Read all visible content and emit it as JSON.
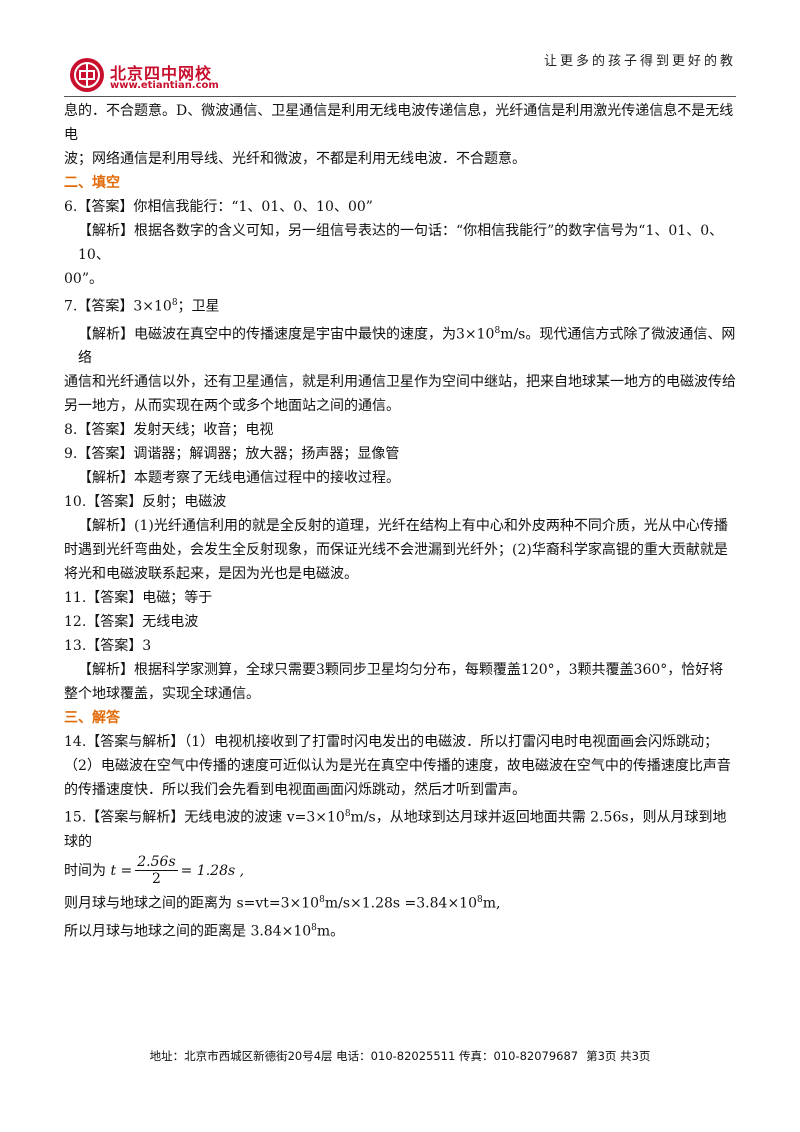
{
  "header": {
    "logo_name": "北京四中网校",
    "logo_url": "www.etiantian.com",
    "slogan": "让更多的孩子得到更好的教"
  },
  "lines": {
    "l1": "息的．不合题意。D、微波通信、卫星通信是利用无线电波传递信息，光纤通信是利用激光传递信息不是无线电",
    "l2": "波；网络通信是利用导线、光纤和微波，不都是利用无线电波．不合题意。",
    "sec2": "二、填空",
    "q6a": "6.【答案】你相信我能行：“1、01、0、10、00”",
    "q6b1": "【解析】根据各数字的含义可知，另一组信号表达的一句话：“你相信我能行”的数字信号为“1、01、0、10、",
    "q6b2": "00”。",
    "q7a_pre": "7.【答案】3×10",
    "q7a_sup": "8",
    "q7a_post": "；卫星",
    "q7b1_pre": "【解析】电磁波在真空中的传播速度是宇宙中最快的速度，为3×10",
    "q7b1_sup": "8",
    "q7b1_post": "m/s。现代通信方式除了微波通信、网络",
    "q7b2": "通信和光纤通信以外，还有卫星通信，就是利用通信卫星作为空间中继站，把来自地球某一地方的电磁波传给",
    "q7b3": "另一地方，从而实现在两个或多个地面站之间的通信。",
    "q8": "8.【答案】发射天线；收音；电视",
    "q9a": "9.【答案】调谐器；解调器；放大器；扬声器；显像管",
    "q9b": "【解析】本题考察了无线电通信过程中的接收过程。",
    "q10a": "10.【答案】反射；电磁波",
    "q10b1": "【解析】(1)光纤通信利用的就是全反射的道理，光纤在结构上有中心和外皮两种不同介质，光从中心传播",
    "q10b2": "时遇到光纤弯曲处，会发生全反射现象，而保证光线不会泄漏到光纤外；(2)华裔科学家高锟的重大贡献就是",
    "q10b3": "将光和电磁波联系起来，是因为光也是电磁波。",
    "q11": "11.【答案】电磁；等于",
    "q12": "12.【答案】无线电波",
    "q13a": "13.【答案】3",
    "q13b1": "【解析】根据科学家测算，全球只需要3颗同步卫星均匀分布，每颗覆盖120°，3颗共覆盖360°，恰好将",
    "q13b2": "整个地球覆盖，实现全球通信。",
    "sec3": "三、解答",
    "q14a": "14.【答案与解析】（1）电视机接收到了打雷时闪电发出的电磁波．所以打雷闪电时电视面画会闪烁跳动；",
    "q14b": "（2）电磁波在空气中传播的速度可近似认为是光在真空中传播的速度，故电磁波在空气中的传播速度比声音",
    "q14c": "的传播速度快．所以我们会先看到电视面画面闪烁跳动，然后才听到雷声。",
    "q15a_pre": "15.【答案与解析】无线电波的波速 v=3×10",
    "q15a_sup": "8",
    "q15a_post": "m/s，从地球到达月球并返回地面共需 2.56s，则从月球到地球的",
    "q15b_pre": "时间为",
    "q15b_t": "t =",
    "q15b_num": "2.56s",
    "q15b_den": "2",
    "q15b_res": "= 1.28s ,",
    "q15c_pre": "则月球与地球之间的距离为 s=vt=3×10",
    "q15c_sup1": "8",
    "q15c_mid": "m/s×1.28s =3.84×10",
    "q15c_sup2": "8",
    "q15c_post": "m,",
    "q15d_pre": "所以月球与地球之间的距离是 3.84×10",
    "q15d_sup": "8",
    "q15d_post": "m。"
  },
  "footer": {
    "address": "地址：北京市西城区新德街20号4层  电话：010-82025511  传真：010-82079687",
    "page": "第3页  共3页"
  }
}
